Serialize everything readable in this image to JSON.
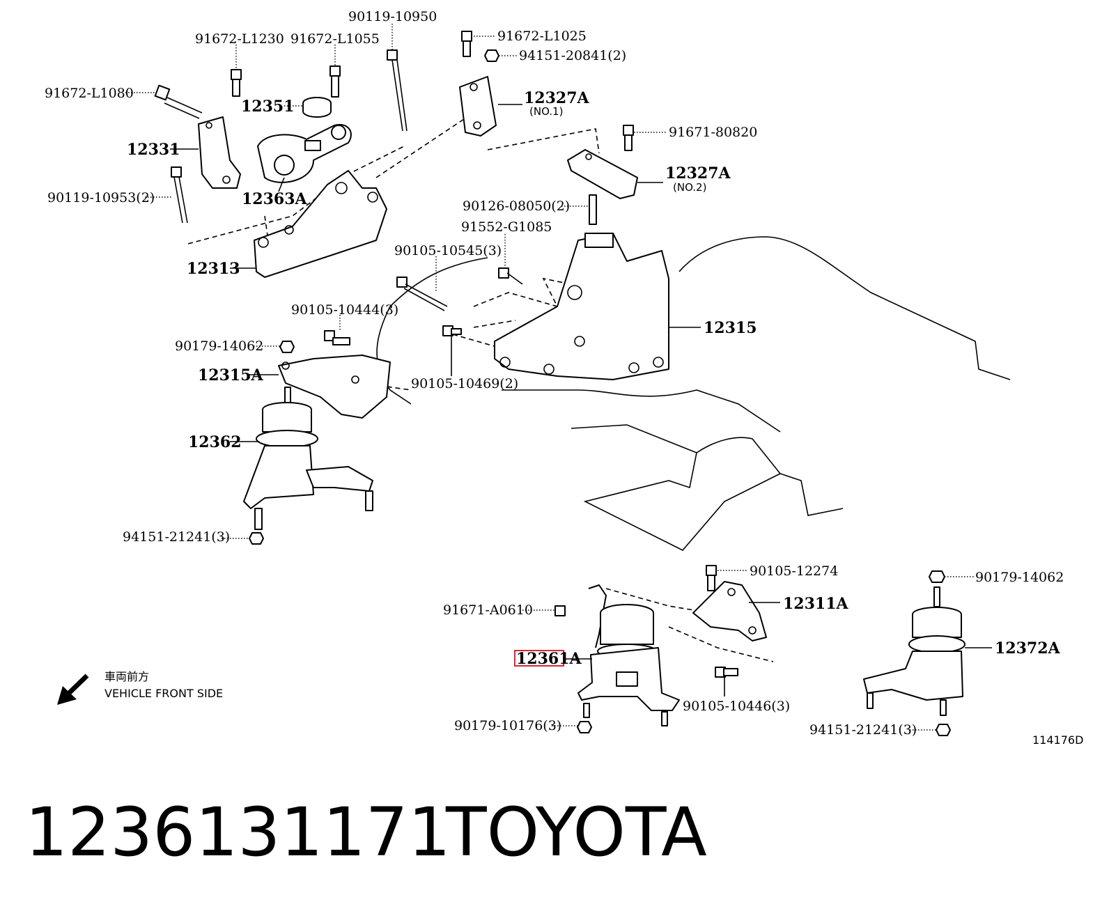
{
  "labels": {
    "p90119_10950": "90119-10950",
    "p91672_L1230": "91672-L1230",
    "p91672_L1055": "91672-L1055",
    "p91672_L1025": "91672-L1025",
    "p94151_20841": "94151-20841(2)",
    "p91672_L1080": "91672-L1080",
    "p12351": "12351",
    "p12327A_1": "12327A",
    "no1": "(NO.1)",
    "p12331": "12331",
    "p91671_80820": "91671-80820",
    "p12327A_2": "12327A",
    "no2": "(NO.2)",
    "p90119_10953": "90119-10953(2)",
    "p12363A": "12363A",
    "p90126_08050": "90126-08050(2)",
    "p91552_G1085": "91552-G1085",
    "p12313": "12313",
    "p90105_10545": "90105-10545(3)",
    "p90105_10444": "90105-10444(3)",
    "p12315": "12315",
    "p90179_14062_a": "90179-14062",
    "p12315A": "12315A",
    "p90105_10469": "90105-10469(2)",
    "p12362": "12362",
    "p94151_21241_a": "94151-21241(3)",
    "p90105_12274": "90105-12274",
    "p90179_14062_b": "90179-14062",
    "p12311A": "12311A",
    "p91671_A0610": "91671-A0610",
    "p12361A": "12361A",
    "p12372A": "12372A",
    "p90105_10446": "90105-10446(3)",
    "p90179_10176": "90179-10176(3)",
    "p94151_21241_b": "94151-21241(3)"
  },
  "direction": {
    "jp": "車両前方",
    "en": "VEHICLE FRONT SIDE",
    "icon": "arrow-down-left-icon"
  },
  "diagram_id": "114176D",
  "highlighted_part": "12361A",
  "footer": {
    "part_number": "1236131171",
    "brand": "TOYOTA"
  }
}
